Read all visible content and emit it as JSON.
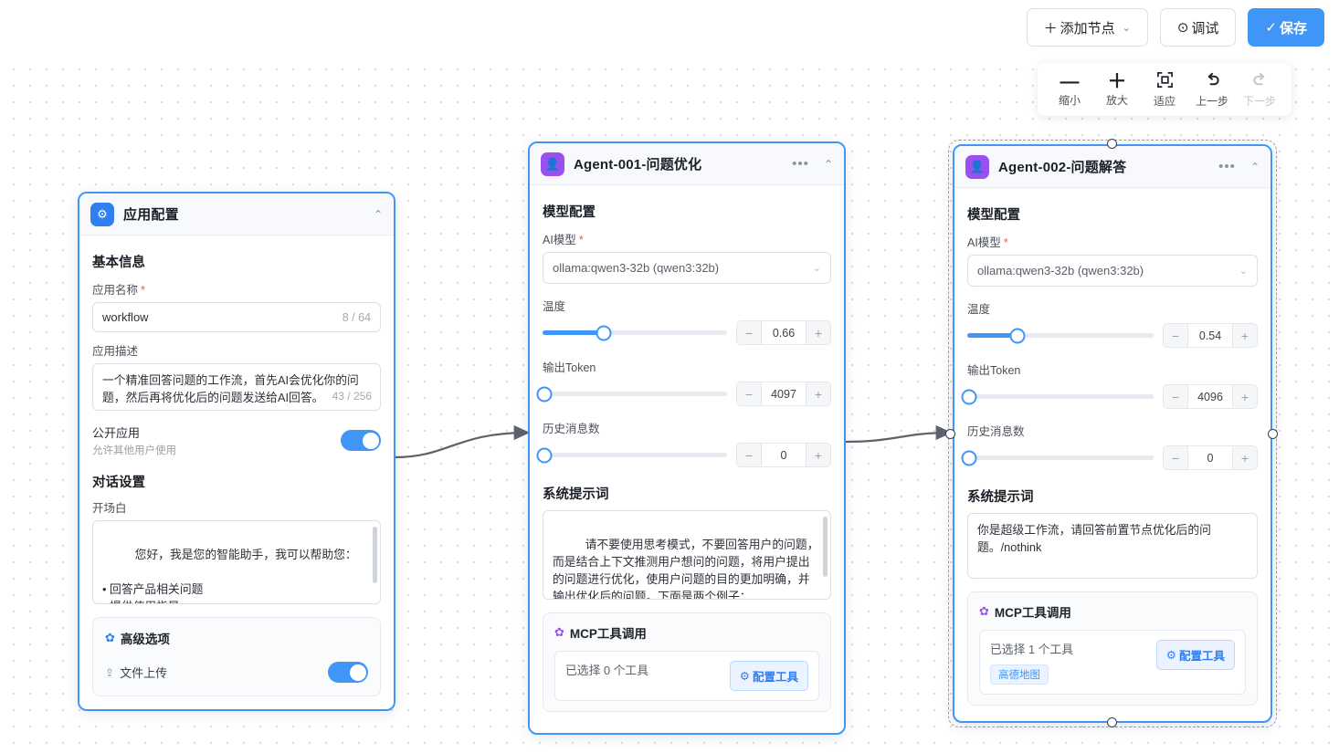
{
  "toolbar": {
    "add_node": "添加节点",
    "add_node_icon": "plus-icon",
    "add_node_chevron": "chevron-down-icon",
    "debug": "调试",
    "debug_icon": "play-circle-icon",
    "save": "保存",
    "save_icon": "check-icon",
    "accent": "#4096f7"
  },
  "zoom_toolbar": {
    "items": [
      {
        "icon": "minus-icon",
        "glyph": "—",
        "label": "缩小",
        "disabled": false
      },
      {
        "icon": "plus-icon",
        "glyph": "+",
        "label": "放大",
        "disabled": false
      },
      {
        "icon": "fit-view-icon",
        "glyph": "⛶",
        "label": "适应",
        "disabled": false
      },
      {
        "icon": "undo-icon",
        "glyph": "↺",
        "label": "上一步",
        "disabled": false
      },
      {
        "icon": "redo-icon",
        "glyph": "↻",
        "label": "下一步",
        "disabled": true
      }
    ]
  },
  "app_config_node": {
    "icon": "gear-icon",
    "title": "应用配置",
    "collapse_icon": "chevron-up-icon",
    "section_basic": "基本信息",
    "name_label": "应用名称",
    "name_required": "*",
    "name_value": "workflow",
    "name_counter": "8 / 64",
    "desc_label": "应用描述",
    "desc_value": "一个精准回答问题的工作流，首先AI会优化你的问题，然后再将优化后的问题发送给AI回答。",
    "desc_counter": "43 / 256",
    "public_label": "公开应用",
    "public_sub": "允许其他用户使用",
    "public_on": true,
    "section_dialog": "对话设置",
    "opening_label": "开场白",
    "opening_value": "您好，我是您的智能助手，我可以帮助您：\n\n• 回答产品相关问题\n• 提供使用指导\n• 解决技术问题",
    "advanced_title": "高级选项",
    "advanced_icon": "gear-icon",
    "file_upload_label": "文件上传",
    "file_upload_icon": "upload-icon",
    "file_upload_on": true
  },
  "agent_nodes": [
    {
      "icon": "agent-avatar-icon",
      "title": "Agent-001-问题优化",
      "more_icon": "ellipsis-icon",
      "collapse_icon": "chevron-up-icon",
      "section_model": "模型配置",
      "model_label": "AI模型",
      "model_required": "*",
      "model_value": "ollama:qwen3-32b (qwen3:32b)",
      "model_chevron": "chevron-down-icon",
      "sliders": [
        {
          "label": "温度",
          "value": "0.66",
          "percent": 33
        },
        {
          "label": "输出Token",
          "value": "4097",
          "percent": 0
        },
        {
          "label": "历史消息数",
          "value": "0",
          "percent": 0
        }
      ],
      "prompt_label": "系统提示词",
      "prompt_value": "请不要使用思考模式，不要回答用户的问题，而是结合上下文推测用户想问的问题，将用户提出的问题进行优化，使用户问题的目的更加明确，并输出优化后的问题。下面是两个例子：\n用户问题：武汉天气\n你的回答：请问武汉最近的天气如何？",
      "mcp_title": "MCP工具调用",
      "mcp_icon": "gear-icon",
      "mcp_selected_text": "已选择 0 个工具",
      "mcp_tags": [],
      "mcp_button": "配置工具",
      "mcp_button_icon": "gear-icon",
      "selected": false
    },
    {
      "icon": "agent-avatar-icon",
      "title": "Agent-002-问题解答",
      "more_icon": "ellipsis-icon",
      "collapse_icon": "chevron-up-icon",
      "section_model": "模型配置",
      "model_label": "AI模型",
      "model_required": "*",
      "model_value": "ollama:qwen3-32b (qwen3:32b)",
      "model_chevron": "chevron-down-icon",
      "sliders": [
        {
          "label": "温度",
          "value": "0.54",
          "percent": 27
        },
        {
          "label": "输出Token",
          "value": "4096",
          "percent": 0
        },
        {
          "label": "历史消息数",
          "value": "0",
          "percent": 0
        }
      ],
      "prompt_label": "系统提示词",
      "prompt_value": "你是超级工作流，请回答前置节点优化后的问题。/nothink",
      "mcp_title": "MCP工具调用",
      "mcp_icon": "gear-icon",
      "mcp_selected_text": "已选择 1 个工具",
      "mcp_tags": [
        "高德地图"
      ],
      "mcp_button": "配置工具",
      "mcp_button_icon": "gear-icon",
      "selected": true
    }
  ],
  "edges": [
    {
      "from": "app-config-node",
      "to": "agent-001",
      "arrow": true
    },
    {
      "from": "agent-001",
      "to": "agent-002",
      "arrow": true
    }
  ],
  "colors": {
    "accent": "#4096f7",
    "agent_badge": "#9a4ff0",
    "config_badge": "#2f7ff0",
    "node_border": "#4096f7",
    "canvas_dot": "#c8ccd4"
  }
}
